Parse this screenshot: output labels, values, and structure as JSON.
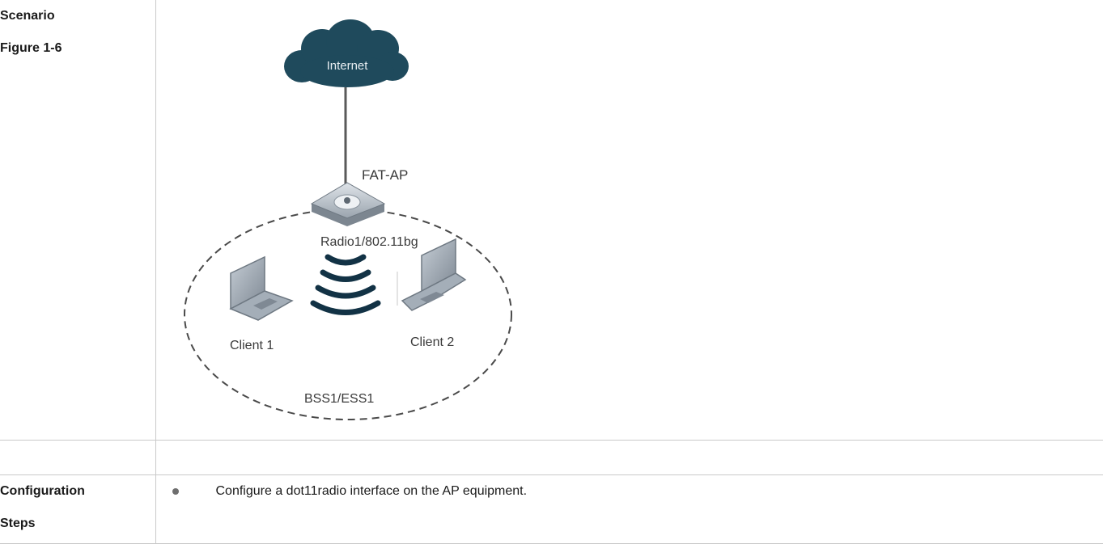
{
  "rows": [
    {
      "label_lines": [
        "Scenario",
        "Figure 1-6"
      ]
    },
    {
      "label_lines": []
    },
    {
      "label_lines": [
        "Configuration",
        "Steps"
      ]
    }
  ],
  "diagram": {
    "cloud_label": "Internet",
    "ap_label": "FAT-AP",
    "radio_label": "Radio1/802.11bg",
    "client1_label": "Client 1",
    "client2_label": "Client 2",
    "bss_label": "BSS1/ESS1",
    "icons": [
      "cloud-icon",
      "access-point-icon",
      "wireless-signal-icon",
      "laptop-icon"
    ],
    "colors": {
      "cloud": "#1f4a5c",
      "ap_body": "#a8b2bc",
      "signal": "#123245",
      "laptop": "#8c96a2",
      "dashed": "#4a4a4a"
    }
  },
  "steps": [
    "Configure a dot11radio interface on the AP equipment."
  ]
}
